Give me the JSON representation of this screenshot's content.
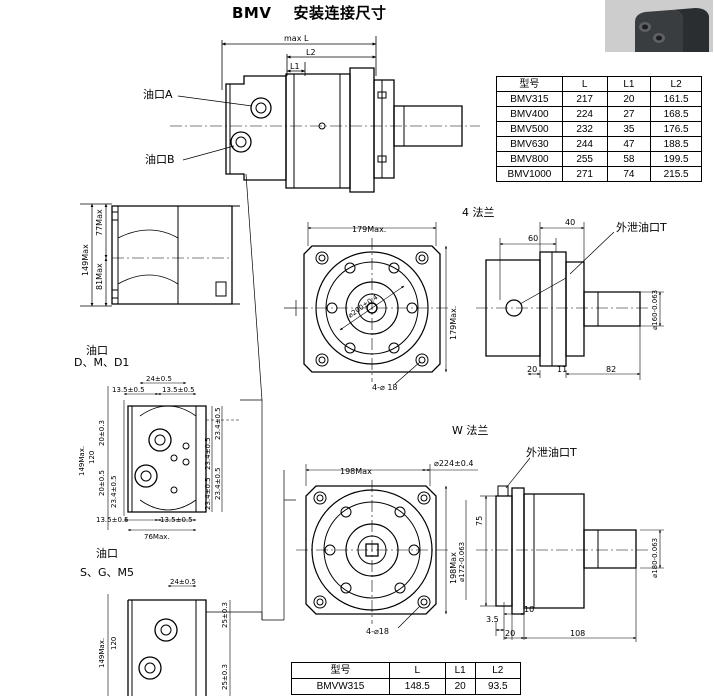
{
  "title": {
    "model": "BMV",
    "caption": "安装连接尺寸"
  },
  "labels": {
    "port_a": "油口A",
    "port_b": "油口B",
    "flange4": "4 法兰",
    "flangeW": "W 法兰",
    "drain1": "外泄油口T",
    "drain2": "外泄油口T",
    "ports_dmd1_title": "油口",
    "ports_dmd1_sub": "D、M、D1",
    "ports_sgm5_title": "油口",
    "ports_sgm5_sub": "S、G、M5"
  },
  "dims": {
    "maxL": "max L",
    "L2": "L2",
    "L1": "L1",
    "h149": "149Max",
    "h77": "77Max",
    "h81": "81Max",
    "w179": "179Max.",
    "h179": "179Max.",
    "bolt200": "⌀200±0.4",
    "holes4x18a": "4-⌀ 18",
    "d40": "40",
    "d60": "60",
    "d20": "20",
    "d11": "11",
    "d82": "82",
    "shaft160": "⌀160-0.063",
    "p24a": "24±0.5",
    "p13a": "13.5±0.5",
    "p13b": "13.5±0.5",
    "p23_4a": "23.4±0.5",
    "p23_4b": "23.4±0.5",
    "p23_4c": "23.4±0.5",
    "p23_4d": "23.4±0.5",
    "p20a": "20±0.3",
    "p20b": "20±0.5",
    "p23_4e": "23.4±0.5",
    "p13c": "13.5±0.5",
    "p13d": "13.5±0.5",
    "p149": "149Max.",
    "p120": "120",
    "p76": "76Max.",
    "s24": "24±0.5",
    "s149": "149Max.",
    "s120": "120",
    "s25a": "25±0.3",
    "s25b": "25±0.3",
    "w198": "198Max",
    "w224": "⌀224±0.4",
    "h198": "198Max",
    "holes4x18b": "4-⌀18",
    "d75": "75",
    "s172": "⌀172-0.063",
    "s180": "⌀180-0.063",
    "d3_5": "3.5",
    "d10": "10",
    "d20b": "20",
    "d108": "108"
  },
  "table_main": {
    "headers": [
      "型号",
      "L",
      "L1",
      "L2"
    ],
    "rows": [
      [
        "BMV315",
        "217",
        "20",
        "161.5"
      ],
      [
        "BMV400",
        "224",
        "27",
        "168.5"
      ],
      [
        "BMV500",
        "232",
        "35",
        "176.5"
      ],
      [
        "BMV630",
        "244",
        "47",
        "188.5"
      ],
      [
        "BMV800",
        "255",
        "58",
        "199.5"
      ],
      [
        "BMV1000",
        "271",
        "74",
        "215.5"
      ]
    ]
  },
  "table_w": {
    "headers": [
      "型号",
      "L",
      "L1",
      "L2"
    ],
    "rows": [
      [
        "BMVW315",
        "148.5",
        "20",
        "93.5"
      ]
    ]
  }
}
